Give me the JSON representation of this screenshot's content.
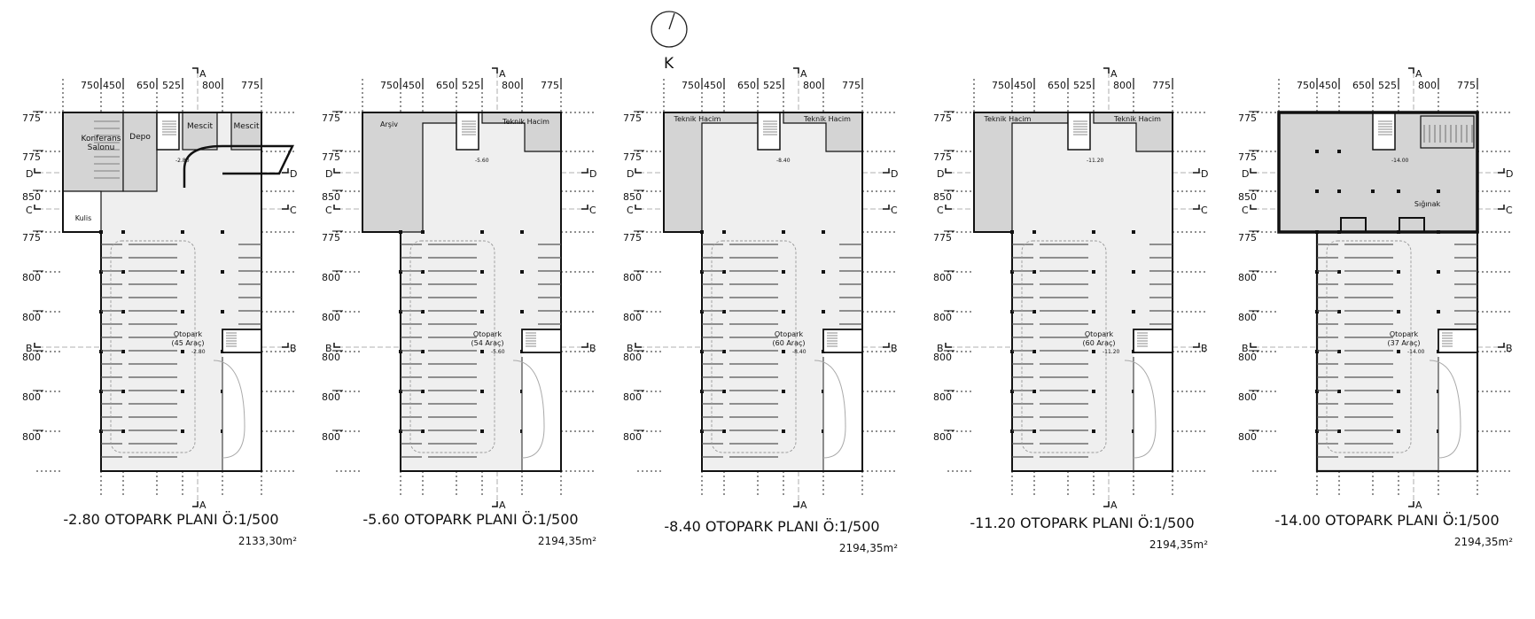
{
  "compass": {
    "label": "K"
  },
  "dimensions": {
    "top": [
      "750",
      "450",
      "650",
      "525",
      "800",
      "775"
    ],
    "left": [
      "775",
      "775",
      "850",
      "775",
      "800",
      "800",
      "800",
      "800",
      "800"
    ]
  },
  "sections": {
    "a": "A",
    "b": "B",
    "c": "C",
    "d": "D"
  },
  "colors": {
    "wall": "#111111",
    "room": "#d4d4d4",
    "floor": "#efefef",
    "line": "#555555"
  },
  "plans": [
    {
      "type": "p1",
      "title": "-2.80 OTOPARK PLANI Ö:1/500",
      "area": "2133,30m²",
      "level": "-2.80",
      "parking": "Otopark",
      "capacity": "(45 Araç)",
      "rooms": [
        "Konferans",
        "Salonu",
        "Depo",
        "Mescit",
        "Mescit",
        "Kulis"
      ]
    },
    {
      "type": "p2",
      "title": "-5.60 OTOPARK PLANI Ö:1/500",
      "area": "2194,35m²",
      "level": "-5.60",
      "parking": "Otopark",
      "capacity": "(54 Araç)",
      "rooms": [
        "Arşiv",
        "Teknik Hacim"
      ]
    },
    {
      "type": "p3",
      "title": "-8.40 OTOPARK PLANI Ö:1/500",
      "area": "2194,35m²",
      "level": "-8.40",
      "parking": "Otopark",
      "capacity": "(60 Araç)",
      "rooms": [
        "Teknik Hacim",
        "Teknik Hacim"
      ]
    },
    {
      "type": "p3",
      "title": "-11.20 OTOPARK PLANI Ö:1/500",
      "area": "2194,35m²",
      "level": "-11.20",
      "parking": "Otopark",
      "capacity": "(60 Araç)",
      "rooms": [
        "Teknik Hacim",
        "Teknik Hacim"
      ]
    },
    {
      "type": "p5",
      "title": "-14.00 OTOPARK PLANI Ö:1/500",
      "area": "2194,35m²",
      "level": "-14.00",
      "parking": "Otopark",
      "capacity": "(37 Araç)",
      "rooms": [
        "Sığınak"
      ]
    }
  ]
}
